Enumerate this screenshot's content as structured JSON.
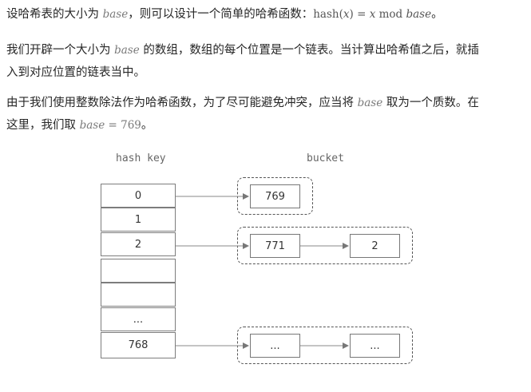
{
  "paragraph1": {
    "before": "设哈希表的大小为 ",
    "var_base": "base",
    "middle": "，则可以设计一个简单的哈希函数：",
    "formula": {
      "fn": "hash",
      "open": "(",
      "x": "x",
      "close": ")",
      "eq": " = ",
      "x2": "x",
      "mod": " mod ",
      "base": "base"
    },
    "end": "。"
  },
  "paragraph2": {
    "line1_before": "我们开辟一个大小为 ",
    "var_base": "base",
    "line1_after": " 的数组，数组的每个位置是一个链表。当计算出哈希值之后，就插",
    "line2": "入到对应位置的链表当中。"
  },
  "paragraph3": {
    "line1_before": "由于我们使用整数除法作为哈希函数，为了尽可能避免冲突，应当将 ",
    "var_base": "base",
    "line1_after": " 取为一个质数。在",
    "line2_before": "这里，我们取 ",
    "assign_var": "base",
    "assign_eq": " = ",
    "assign_val": "769",
    "line2_end": "。"
  },
  "diagram": {
    "hash_key_label": "hash key",
    "bucket_label": "bucket",
    "keys": [
      "0",
      "1",
      "2",
      "",
      "",
      "...",
      "768"
    ],
    "chains": {
      "row0": [
        "769"
      ],
      "row2": [
        "771",
        "2"
      ],
      "row6": [
        "...",
        "..."
      ]
    }
  }
}
